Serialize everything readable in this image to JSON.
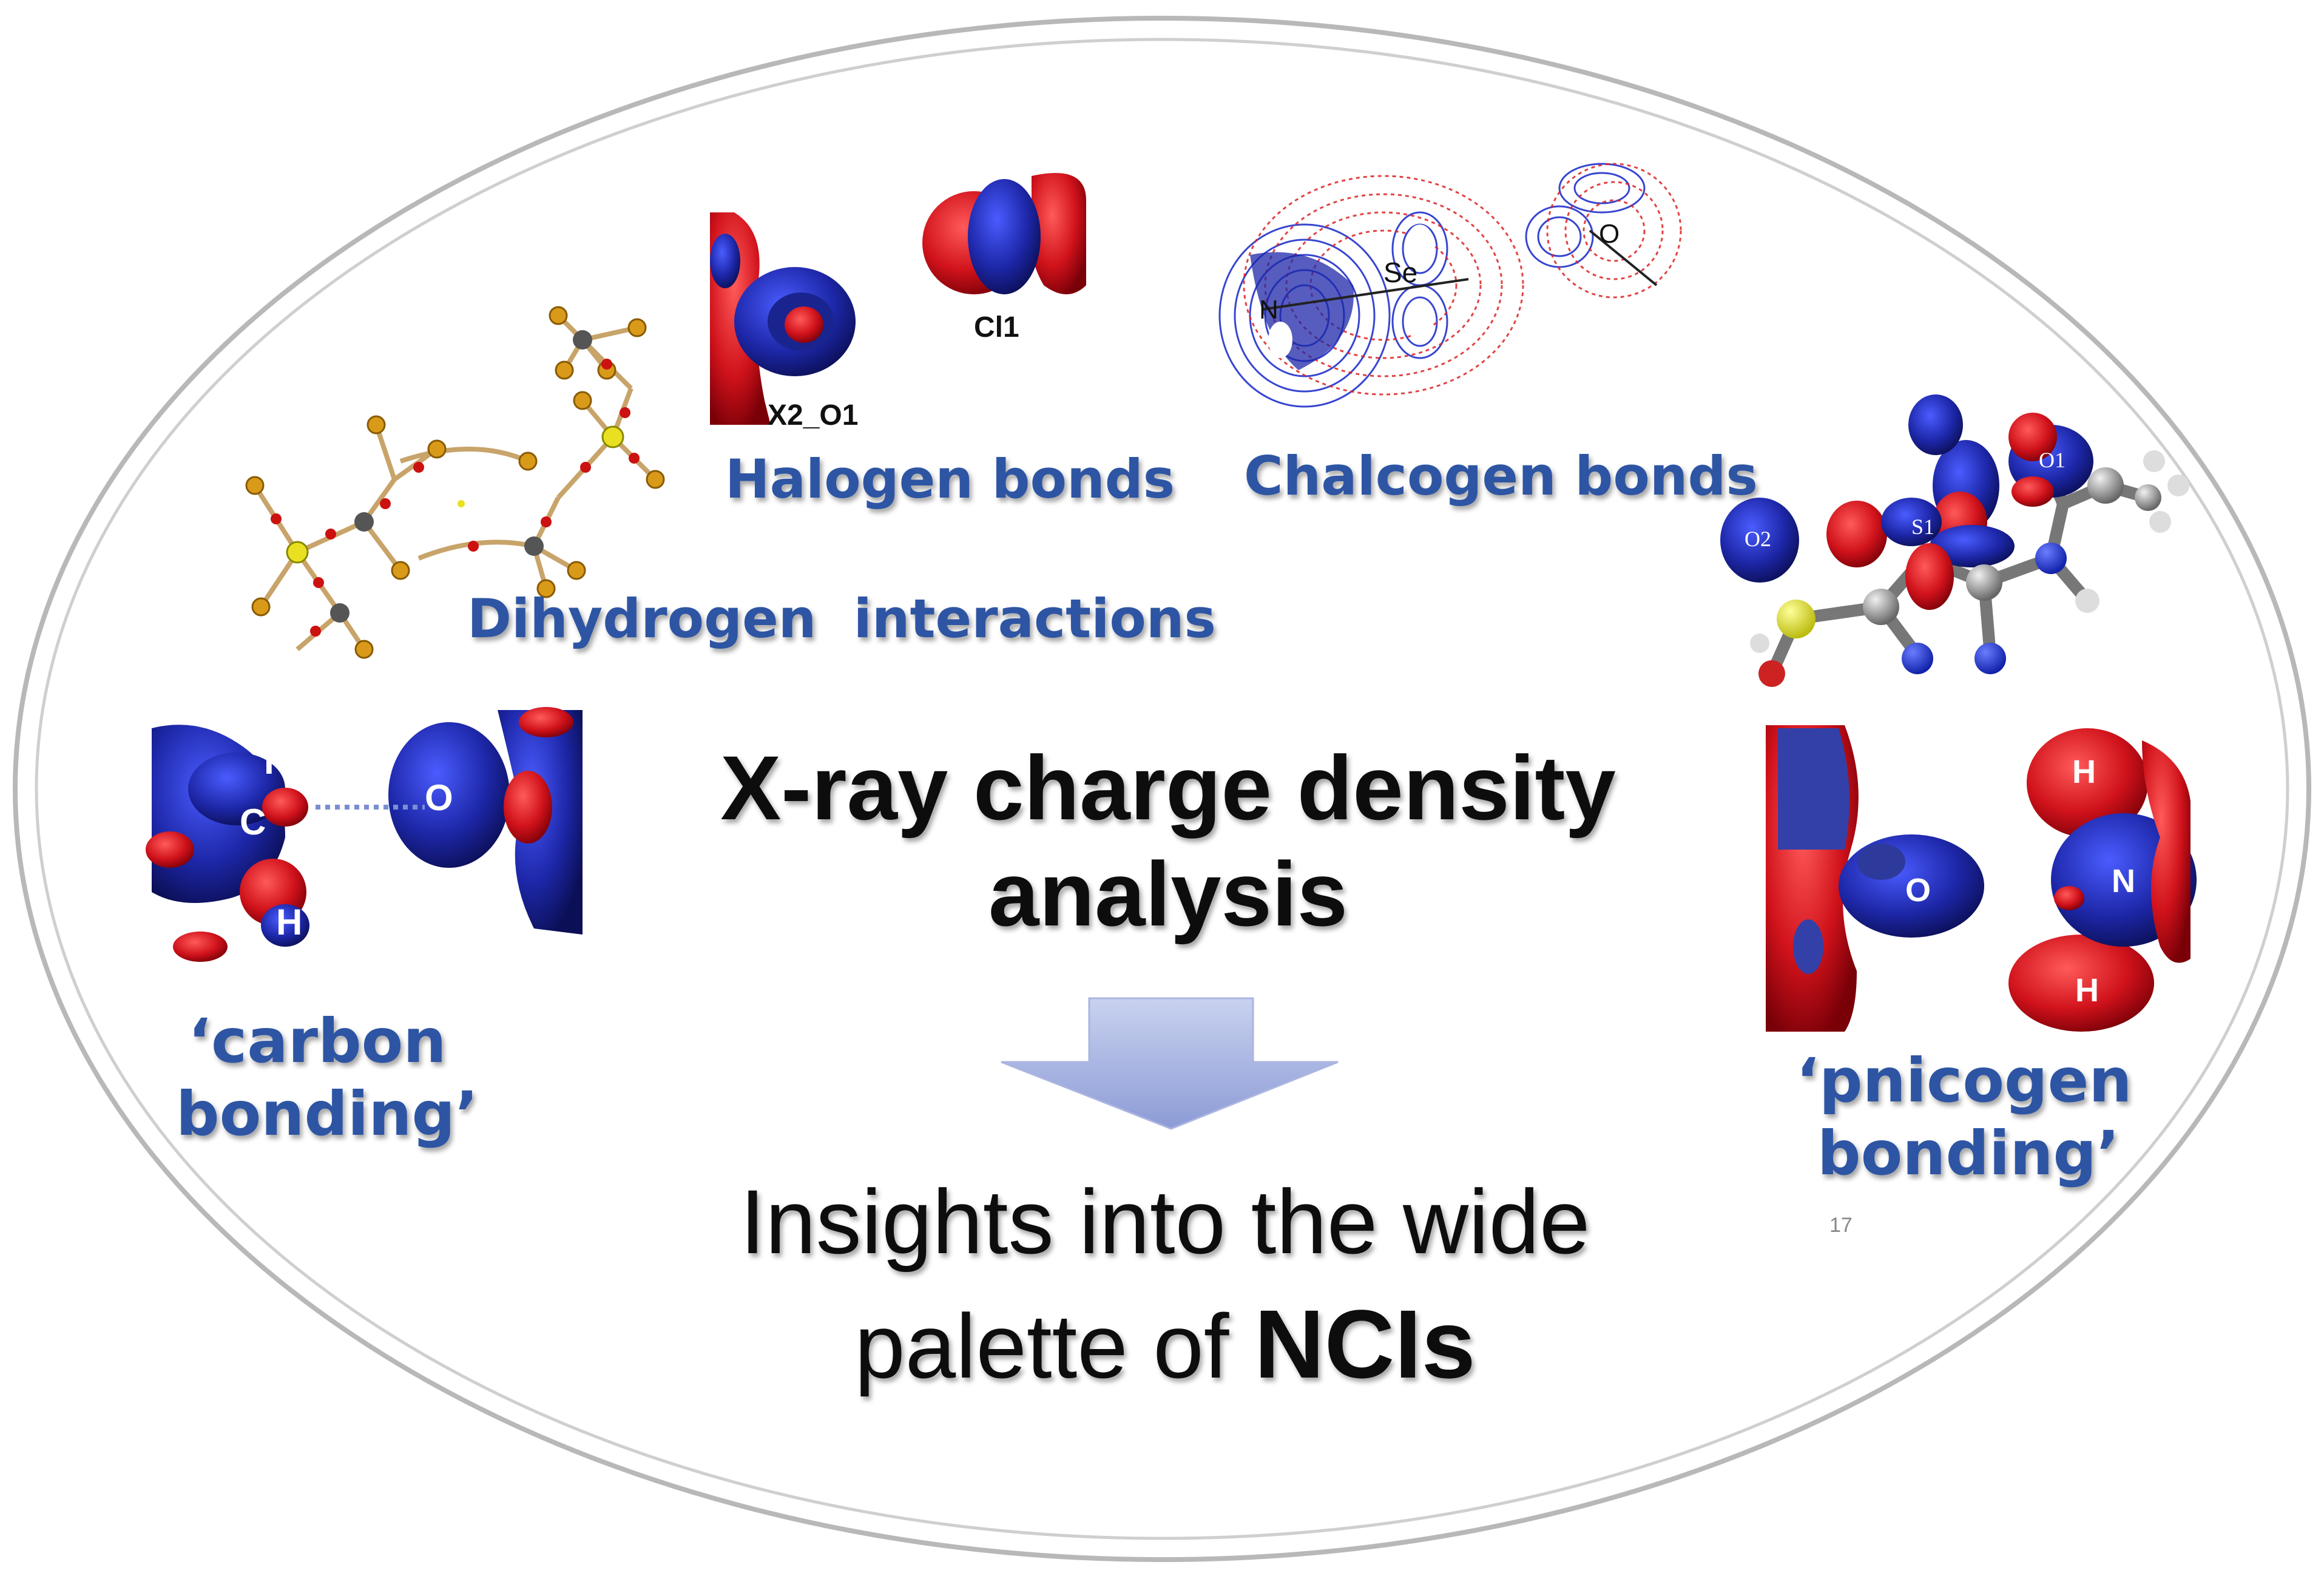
{
  "slide_number": "17",
  "center": {
    "title_line1": "X-ray charge density",
    "title_line2": "analysis",
    "insights_line1": "Insights into the wide",
    "insights_line2_prefix": "palette of ",
    "insights_line2_bold": "NCIs"
  },
  "topics": {
    "halogen": "Halogen bonds",
    "chalcogen": "Chalcogen bonds",
    "dihydrogen": "Dihydrogen  interactions",
    "carbon_line1": "‘carbon",
    "carbon_line2": "bonding’",
    "pnicogen_line1": "‘pnicogen",
    "pnicogen_line2": "bonding’"
  },
  "figure_labels": {
    "halogen_left": "X2_O1",
    "halogen_right": "Cl1",
    "chalcogen_se": "Se",
    "chalcogen_n": "N",
    "chalcogen_o": "O",
    "sulfur_o1": "O1",
    "sulfur_o2": "O2",
    "sulfur_s1": "S1",
    "carbon_h_top": "H",
    "carbon_c": "C",
    "carbon_o": "O",
    "carbon_h_bottom": "H",
    "pnic_h_top": "H",
    "pnic_o": "O",
    "pnic_n": "N",
    "pnic_h_bottom": "H"
  },
  "colors": {
    "positive_lobe": "#d0121b",
    "negative_lobe": "#1d27a8",
    "label_blue": "#2f55a3",
    "ellipse_border": "#b8b8b8"
  }
}
